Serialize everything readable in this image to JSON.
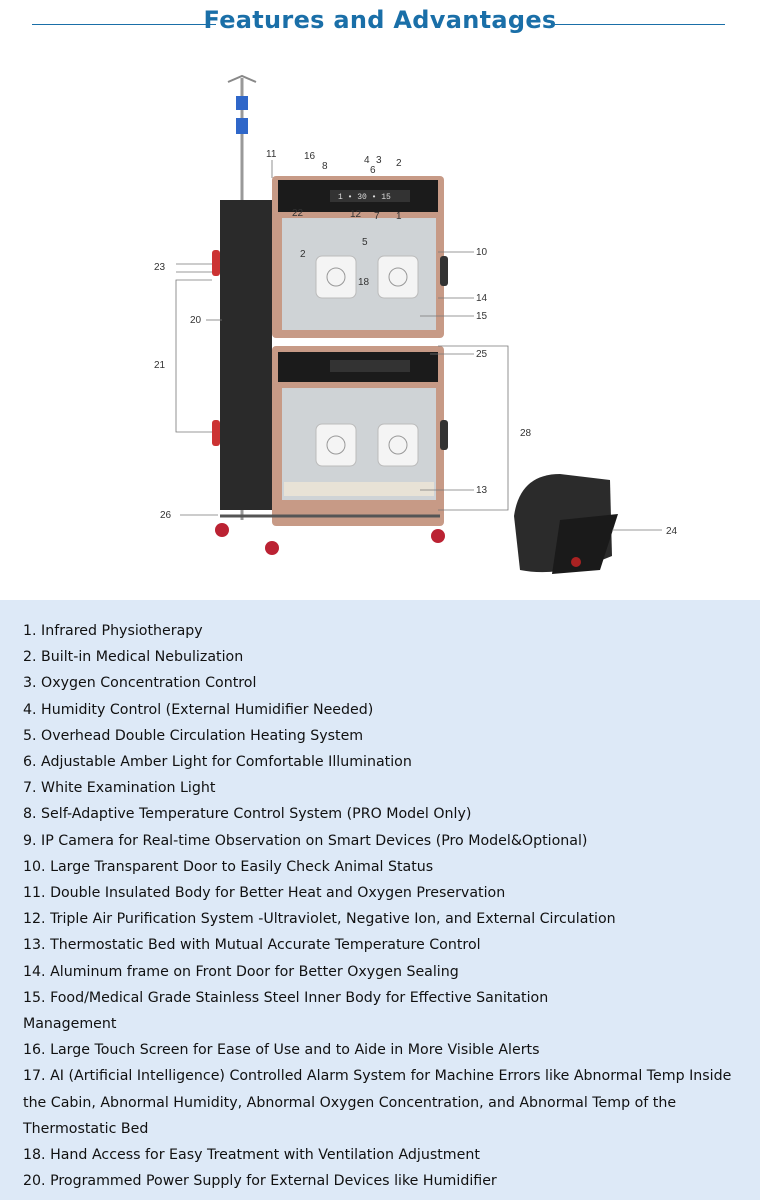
{
  "header": {
    "title": "Features and Advantages"
  },
  "figure": {
    "callouts": [
      "1",
      "2",
      "3",
      "4",
      "5",
      "6",
      "7",
      "8",
      "10",
      "11",
      "12",
      "13",
      "14",
      "15",
      "16",
      "18",
      "20",
      "21",
      "22",
      "23",
      "24",
      "25",
      "26",
      "28"
    ]
  },
  "features": [
    "1. Infrared Physiotherapy",
    "2. Built-in Medical Nebulization",
    "3. Oxygen Concentration Control",
    "4. Humidity Control (External Humidifier Needed)",
    "5. Overhead Double Circulation Heating System",
    "6. Adjustable Amber Light for Comfortable Illumination",
    "7. White Examination Light",
    "8. Self-Adaptive Temperature Control System (PRO Model Only)",
    "9. IP Camera for Real-time Observation on Smart Devices (Pro Model&Optional)",
    "10. Large Transparent Door to Easily Check Animal Status",
    "11. Double Insulated Body for Better Heat and Oxygen Preservation",
    "12. Triple Air Purification System -Ultraviolet, Negative Ion, and External Circulation",
    "13. Thermostatic Bed with Mutual Accurate Temperature Control",
    "14. Aluminum frame on Front Door for Better Oxygen Sealing",
    "15. Food/Medical Grade Stainless Steel Inner Body for Effective Sanitation Management",
    "16. Large Touch Screen for Ease of Use and to Aide in More Visible Alerts",
    "17. AI (Artificial Intelligence) Controlled Alarm System for Machine Errors like Abnormal Temp Inside the Cabin, Abnormal Humidity, Abnormal Oxygen Con⁣centration, and Abnormal Temp of the Thermostatic Bed",
    "18. Hand Access for Easy Treatment with Ventilation Adjustment",
    "20. Programmed Power Supply for External Devices like Humidifier"
  ]
}
